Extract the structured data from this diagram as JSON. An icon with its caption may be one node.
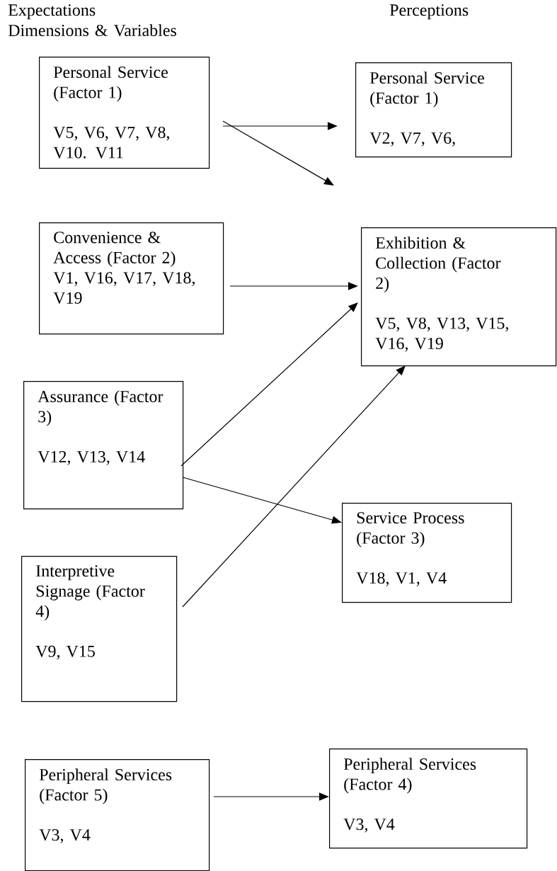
{
  "diagram": {
    "nodes": [
      {
        "text": [
          "Personal Service (Factor 1)",
          "V5, V6, V7, V8, V10. V11"
        ]
      },
      {
        "text": [
          "Personal Service (Factor 1)",
          "V2, V7, V6,"
        ]
      },
      {
        "text": [
          "Convenience & Access (Factor 2)",
          "V1, V16, V17, V18, V19"
        ]
      },
      {
        "text": [
          "Exhibition & Collection (Factor 2)",
          "V5, V8, V13, V15, V16, V19"
        ]
      },
      {
        "text": [
          "Assurance (Factor 3)",
          "V12, V13, V14"
        ]
      },
      {
        "text": [
          "Service Process (Factor 3)",
          "V18, V1, V4"
        ]
      },
      {
        "text": [
          "Interpretive Signage (Factor 4)",
          "V9, V15"
        ]
      },
      {
        "text": [
          "Peripheral Services (Factor 5)",
          "V3, V4"
        ]
      },
      {
        "text": [
          "Peripheral Services (Factor 4)",
          "V3, V4"
        ]
      }
    ],
    "edges": [
      {
        "from": 0,
        "to": 1,
        "arrow": "to"
      },
      {
        "from": 0,
        "to": null,
        "arrow": "to"
      },
      {
        "from": 2,
        "to": 3,
        "arrow": "to"
      },
      {
        "from": 4,
        "to": 3,
        "arrow": "to"
      },
      {
        "from": 4,
        "to": 5,
        "arrow": "to"
      },
      {
        "from": 6,
        "to": 3,
        "arrow": "to"
      },
      {
        "from": 7,
        "to": 8,
        "arrow": "to"
      }
    ],
    "labels": [
      "Expectations",
      "Dimensions & Variables",
      "Perceptions"
    ]
  }
}
